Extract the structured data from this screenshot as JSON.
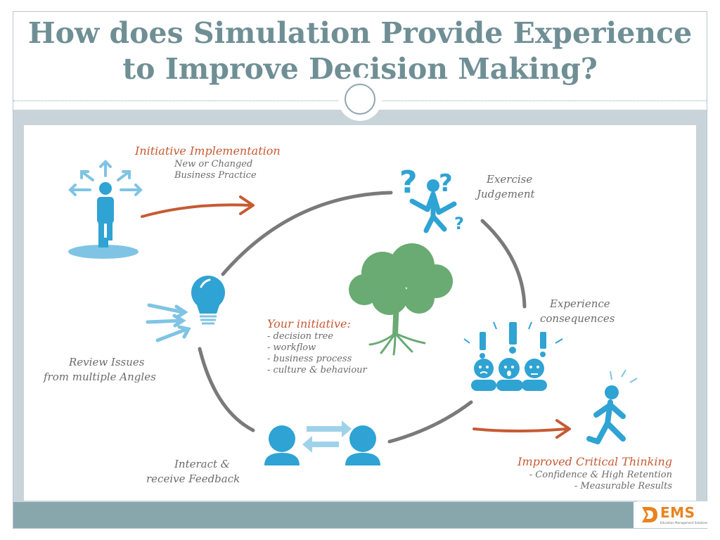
{
  "slide": {
    "title_line1": "How does Simulation Provide Experience",
    "title_line2": "to Improve Decision Making?"
  },
  "diagram": {
    "implementation": {
      "heading": "Initiative Implementation",
      "line1": "New or Changed",
      "line2": "Business Practice"
    },
    "judgement": {
      "line1": "Exercise",
      "line2": "Judgement"
    },
    "consequences": {
      "line1": "Experience",
      "line2": "consequences"
    },
    "thinking": {
      "heading": "Improved Critical Thinking",
      "line1": "- Confidence & High Retention",
      "line2": "- Measurable Results"
    },
    "feedback": {
      "line1": "Interact &",
      "line2": "receive Feedback"
    },
    "review": {
      "line1": "Review Issues",
      "line2": "from multiple Angles"
    },
    "center": {
      "heading": "Your initiative:",
      "items": [
        "- decision tree",
        "- workflow",
        "- business process",
        "- culture & behaviour"
      ]
    }
  },
  "logo": {
    "text": "EMS",
    "tagline": "Education Management Solutions"
  },
  "colors": {
    "accent_blue": "#2fa3d3",
    "accent_orange": "#c65a33",
    "tree_green": "#6aaa73",
    "title_teal": "#6f8f95"
  }
}
